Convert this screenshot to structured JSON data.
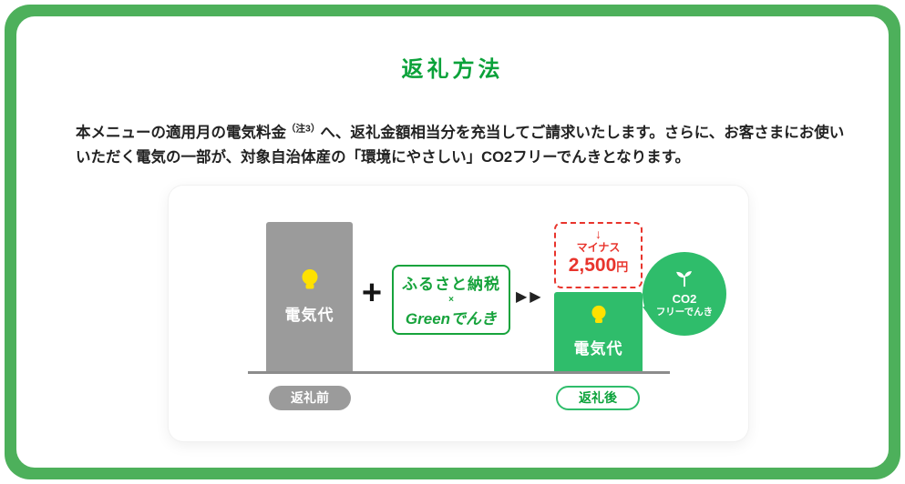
{
  "page": {
    "title": "返礼方法",
    "description": {
      "before_note": "本メニューの適用月の電気料金",
      "note": "（注3）",
      "after_note": "へ、返礼金額相当分を充当してご請求いたします。さらに、お客さまにお使いいただく電気の一部が、対象自治体産の「環境にやさしい」CO2フリーでんきとなります。"
    }
  },
  "diagram": {
    "before": {
      "bar_label": "電気代",
      "pill": "返礼前"
    },
    "plus": "+",
    "logo": {
      "line1": "ふるさと納税",
      "cross": "×",
      "line2": "Greenでんき"
    },
    "arrows": "▶▶",
    "discount": {
      "down_arrow": "↓",
      "label": "マイナス",
      "amount": "2,500",
      "unit": "円"
    },
    "after": {
      "bar_label": "電気代",
      "pill": "返礼後"
    },
    "bubble": {
      "line1": "CO2",
      "line2": "フリーでんき"
    }
  },
  "icons": {
    "lightbulb": "lightbulb-icon",
    "sprout": "sprout-icon"
  },
  "colors": {
    "frame_green": "#4db05b",
    "title_green": "#0ba23a",
    "bar_gray": "#9b9b9b",
    "bar_green": "#2fbd6b",
    "logo_green": "#17a33c",
    "alert_red": "#e8342c",
    "bulb_yellow": "#ffe100"
  }
}
